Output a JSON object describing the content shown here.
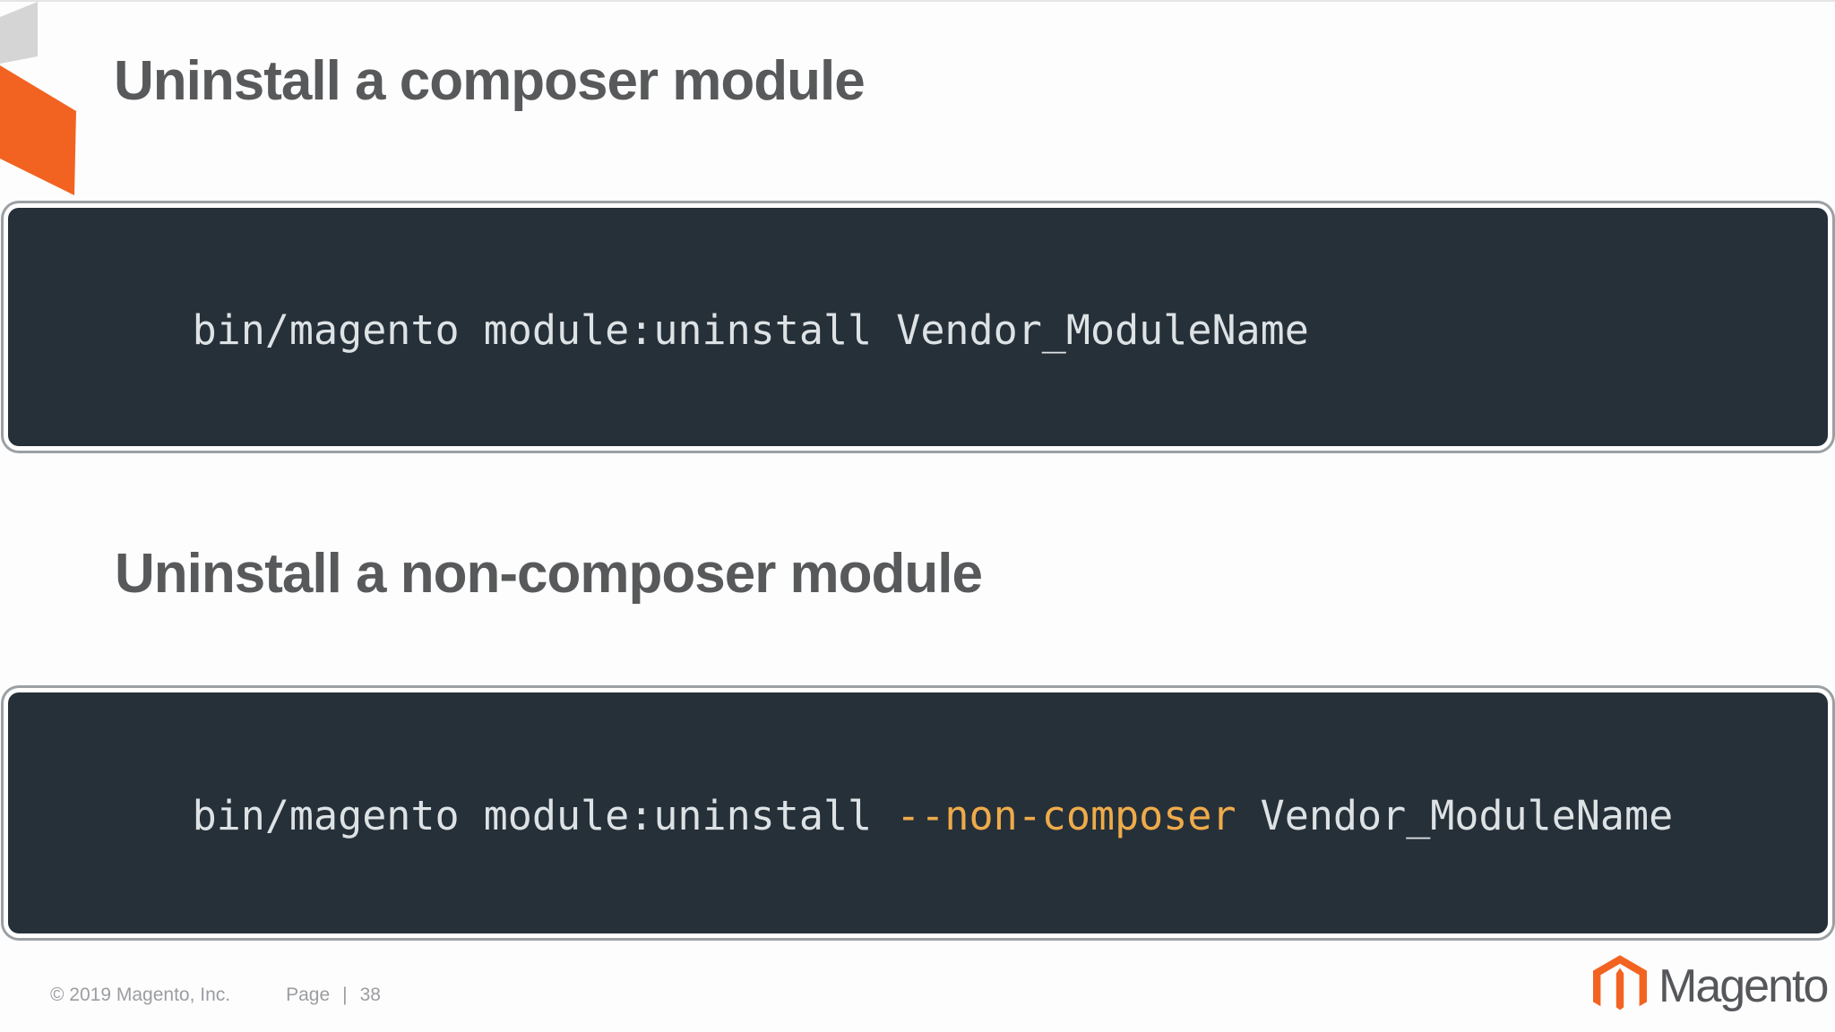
{
  "slide": {
    "titles": {
      "composer": "Uninstall a composer module",
      "non_composer": "Uninstall a non-composer module"
    },
    "code_blocks": {
      "composer": {
        "command": "bin/magento module:uninstall Vendor_ModuleName"
      },
      "non_composer": {
        "prefix": "bin/magento module:uninstall ",
        "flag": "--non-composer",
        "suffix": " Vendor_ModuleName"
      }
    },
    "footer": {
      "copyright": "© 2019 Magento, Inc.",
      "page_label": "Page",
      "separator": "|",
      "page_number": "38"
    },
    "logo": {
      "wordmark": "Magento",
      "mark_icon": "magento-m-icon"
    },
    "colors": {
      "accent_orange": "#f26322",
      "ribbon_gray": "#d5d5d5",
      "flag_amber": "#efab4a",
      "code_background": "#263039",
      "code_text": "#dde2e5",
      "title_gray": "#58595b",
      "footer_gray": "#9b9da0",
      "wordmark_gray": "#55575a"
    }
  }
}
